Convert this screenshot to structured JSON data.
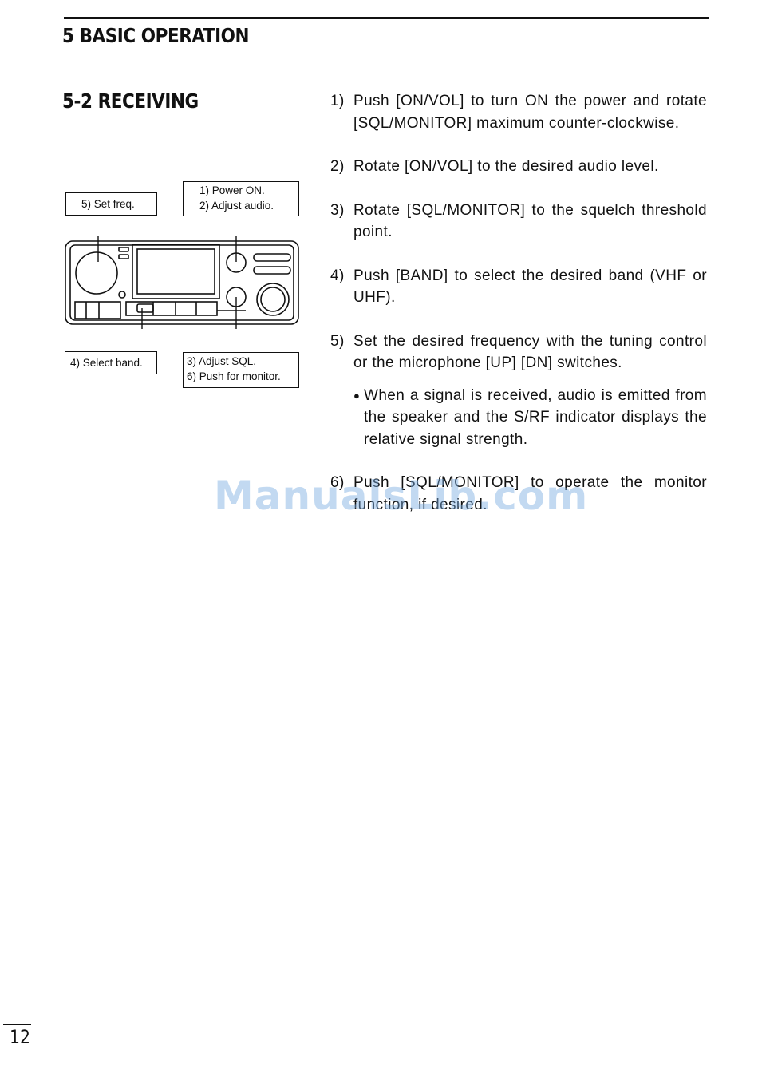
{
  "header": {
    "chapter_title": "5 BASIC OPERATION"
  },
  "section": {
    "title": "5-2 RECEIVING"
  },
  "diagram": {
    "callouts": {
      "set_freq": "5) Set freq.",
      "power_on": "1) Power ON.",
      "adjust_audio": "2) Adjust audio.",
      "select_band": "4) Select band.",
      "adjust_sql": "3) Adjust SQL.",
      "push_monitor": "6) Push for monitor."
    }
  },
  "steps": [
    {
      "num": "1)",
      "text": "Push [ON/VOL] to turn ON the power and rotate [SQL/MONITOR] maximum counter-clockwise."
    },
    {
      "num": "2)",
      "text": "Rotate [ON/VOL] to the desired audio level."
    },
    {
      "num": "3)",
      "text": "Rotate [SQL/MONITOR] to the squelch threshold point."
    },
    {
      "num": "4)",
      "text": "Push [BAND] to select the desired band (VHF or UHF)."
    },
    {
      "num": "5)",
      "text": "Set the desired frequency with the tuning control or the microphone [UP] [DN] switches."
    },
    {
      "num": "6)",
      "text": "Push [SQL/MONITOR] to operate the monitor function, if desired."
    }
  ],
  "note": {
    "bullet": "●",
    "text": "When a signal is received, audio is emitted from the speaker and the S/RF indicator displays the relative signal strength."
  },
  "watermark": {
    "text": "ManualsLib.com",
    "color": "#78aae1"
  },
  "footer": {
    "page_number": "12"
  }
}
